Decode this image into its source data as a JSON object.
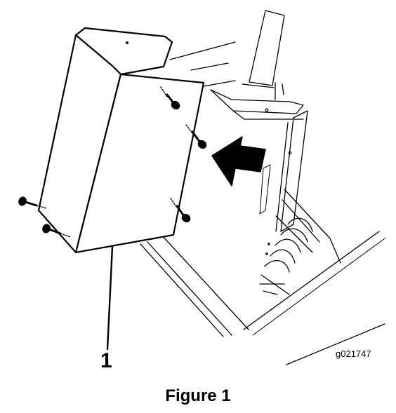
{
  "figure": {
    "callout_number": "1",
    "graphic_id": "g021747",
    "caption": "Figure 1"
  },
  "colors": {
    "line": "#000000",
    "background": "#ffffff"
  },
  "icons": {
    "arrow": "arrow-left-icon",
    "bolt": "bolt-icon"
  }
}
